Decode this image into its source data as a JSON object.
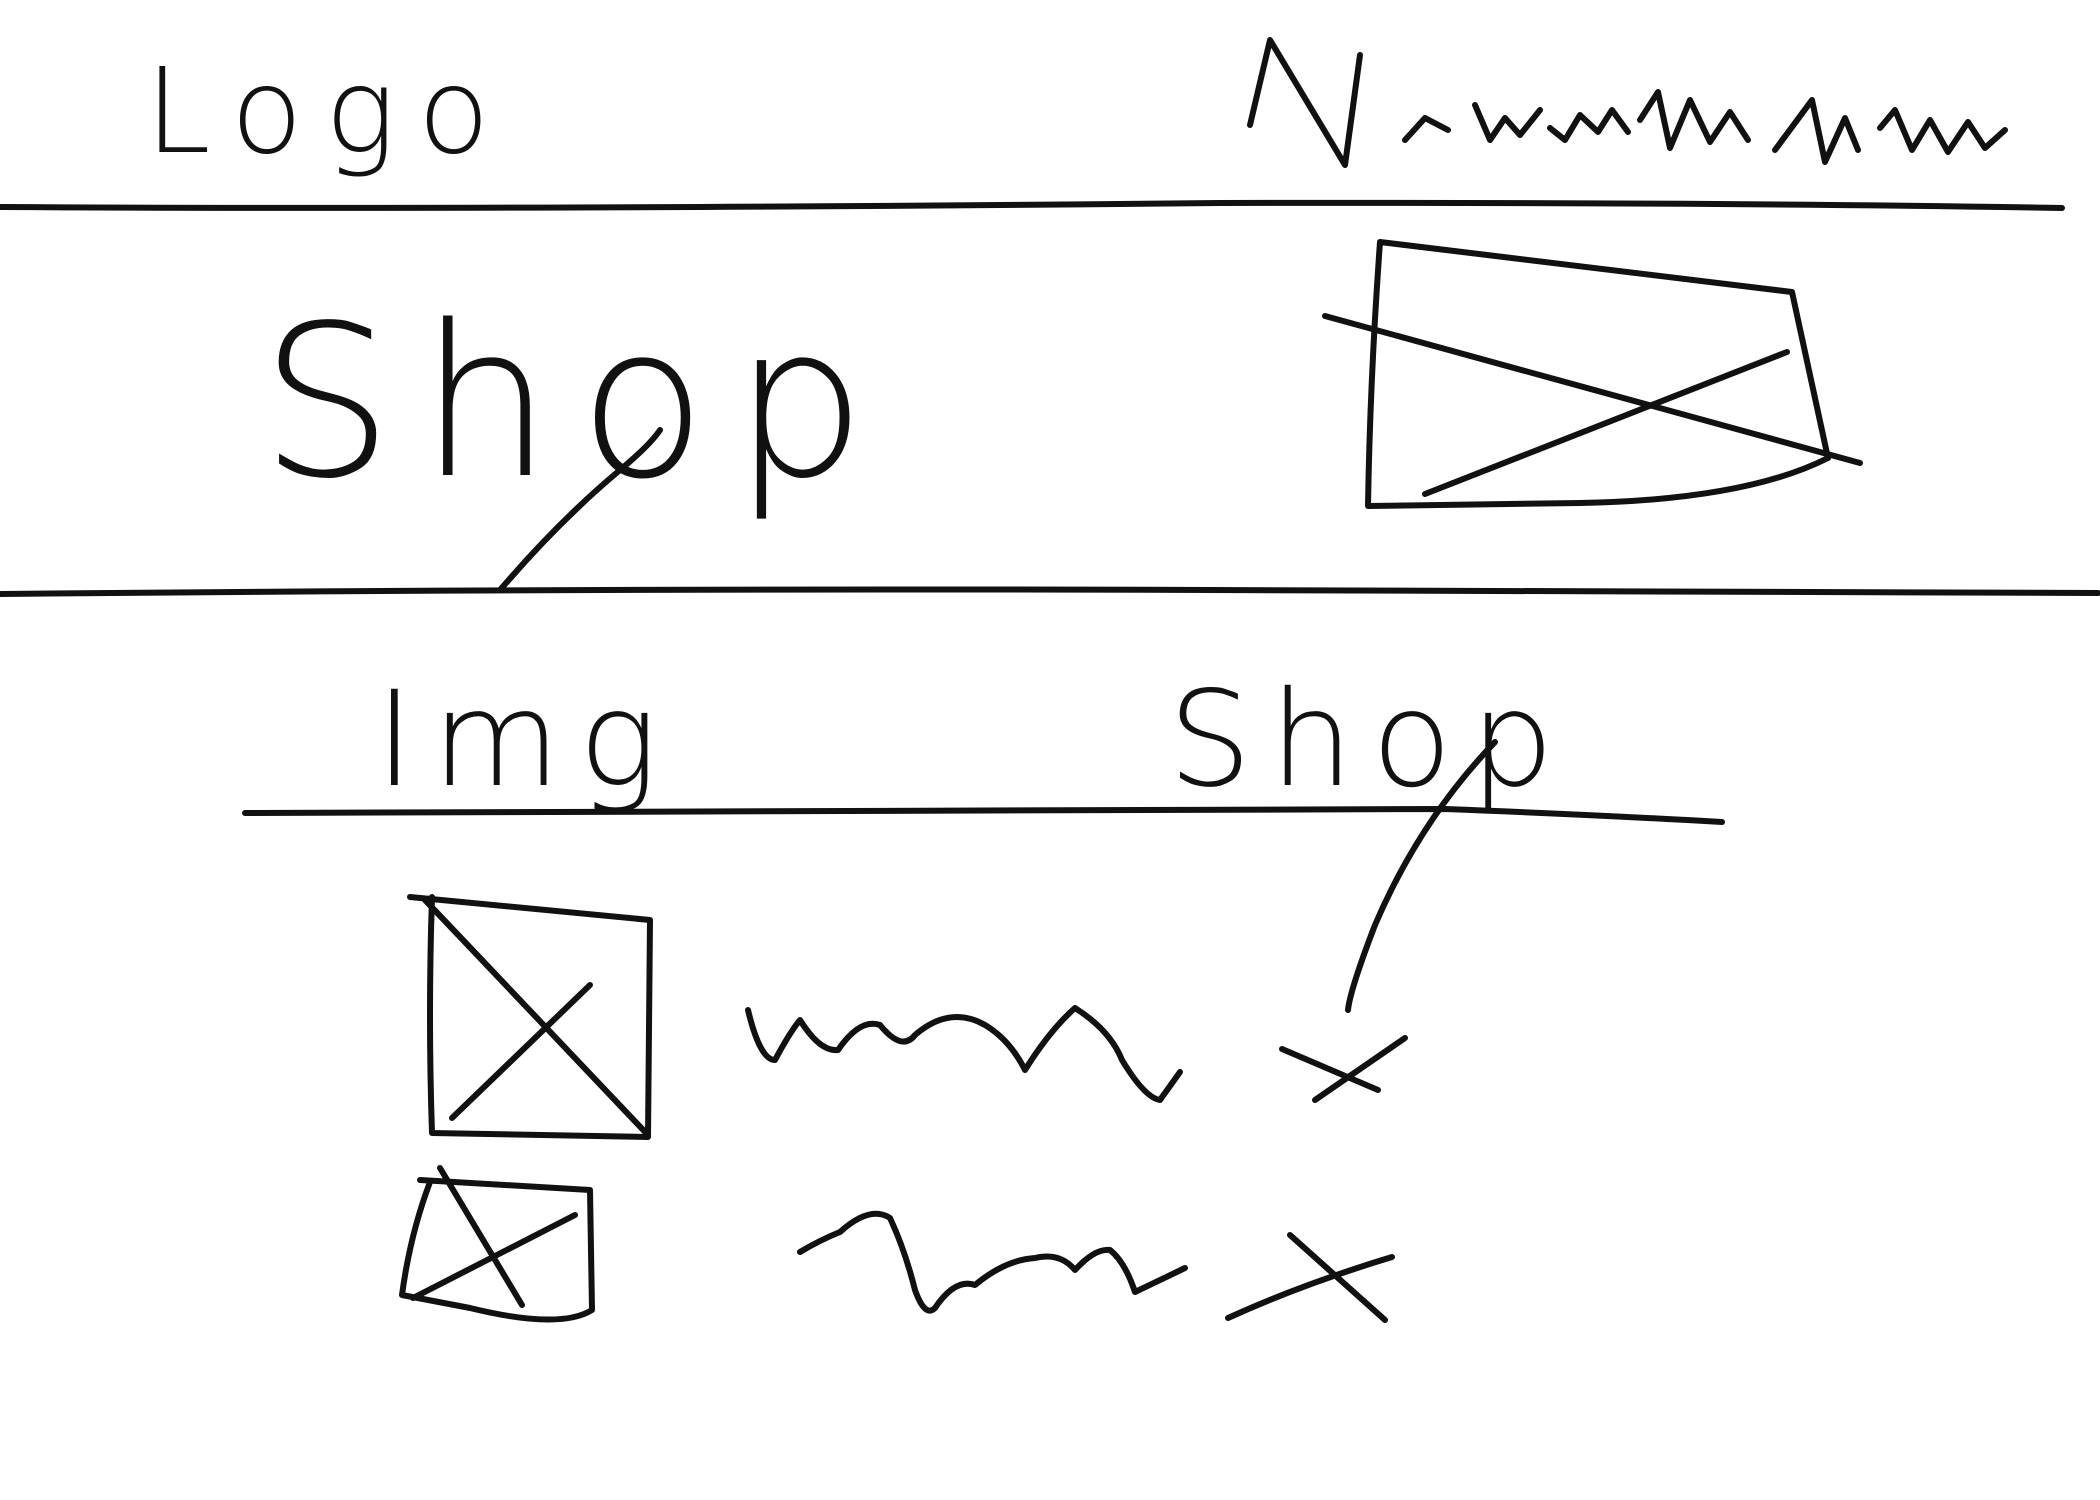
{
  "header": {
    "logo_label": "Logo",
    "nav_items_scribble": "nav-items",
    "nav_icon": "navigation-scribble"
  },
  "hero": {
    "title": "Shop",
    "image_placeholder_icon": "image-placeholder-icon"
  },
  "cart_table": {
    "columns": [
      "Img",
      "Shop"
    ],
    "rows": [
      {
        "image_icon": "image-placeholder-icon",
        "name_icon": "text-scribble",
        "remove_icon": "close-icon"
      },
      {
        "image_icon": "image-placeholder-icon",
        "name_icon": "text-scribble",
        "remove_icon": "close-icon"
      }
    ]
  },
  "colors": {
    "ink": "#111111",
    "background": "#ffffff"
  }
}
